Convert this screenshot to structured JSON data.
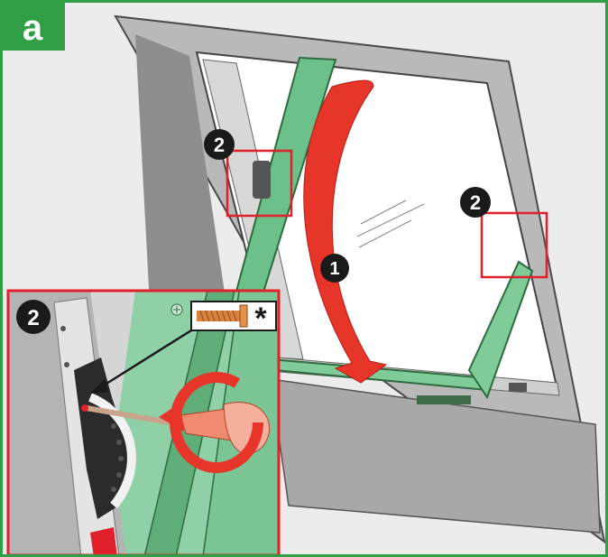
{
  "panel": {
    "label": "a",
    "accent_color": "#2f9e44",
    "callout_color": "#e0202a"
  },
  "steps": {
    "rotate_sash": "1",
    "hinge_upper": "2",
    "hinge_right": "2",
    "detail": "2"
  },
  "detail": {
    "screw_symbol": "*"
  },
  "icons": {
    "rotate_arrow": "curved-arrow-icon",
    "unscrew": "counterclockwise-arrow-icon",
    "screw": "screw-icon",
    "screwdriver": "screwdriver-icon"
  }
}
